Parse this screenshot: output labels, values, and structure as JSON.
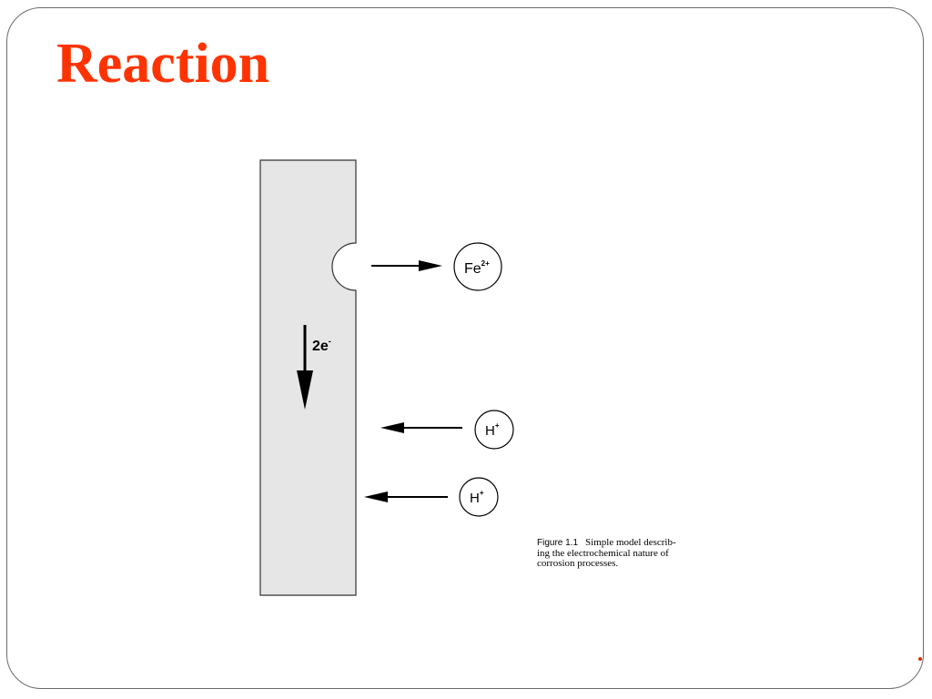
{
  "slide": {
    "title": "Reaction",
    "accent_color": "#ff3300",
    "border_color": "#6b6b6b"
  },
  "figure": {
    "electrode_fill": "#e6e6e6",
    "electron_label": {
      "base": "2e",
      "sup": "-"
    },
    "ions": [
      {
        "base": "Fe",
        "sup": "2+",
        "direction": "away-from-metal"
      },
      {
        "base": "H",
        "sup": "+",
        "direction": "toward-metal"
      },
      {
        "base": "H",
        "sup": "+",
        "direction": "toward-metal"
      }
    ],
    "caption": {
      "label": "Figure 1.1",
      "text": "Simple model describ-\ning the electrochemical nature of\ncorrosion processes."
    }
  }
}
